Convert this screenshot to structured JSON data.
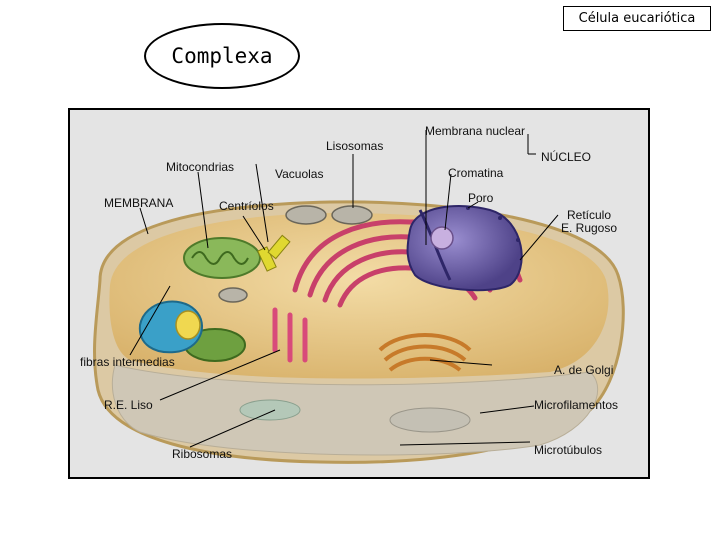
{
  "header": {
    "title": "Célula eucariótica",
    "subtitle": "Complexa"
  },
  "diagram": {
    "labels": {
      "lisosomas": "Lisosomas",
      "membrana_nuclear": "Membrana nuclear",
      "mitocondrias": "Mitocondrias",
      "vacuolas": "Vacuolas",
      "cromatina": "Cromatina",
      "nucleo": "NÚCLEO",
      "membrana": "MEMBRANA",
      "centriolos": "Centríolos",
      "poro": "Poro",
      "reticulo": "Retículo",
      "e_rugoso": "E. Rugoso",
      "fibras_intermedias": "fibras intermedias",
      "a_golgi": "A. de Golgi",
      "re_liso": "R.E. Liso",
      "microfilamentos": "Microfilamentos",
      "ribosomas": "Ribosomas",
      "microtubulos": "Microtúbulos"
    },
    "colors": {
      "cytoplasm": "#e8c98a",
      "membrane": "#d9b46a",
      "nucleus": "#6b5fa8",
      "er": "#c8406a",
      "golgi": "#d98a3a",
      "mitochondria": "#7aa84a",
      "vacuole": "#3aa0c8"
    }
  }
}
